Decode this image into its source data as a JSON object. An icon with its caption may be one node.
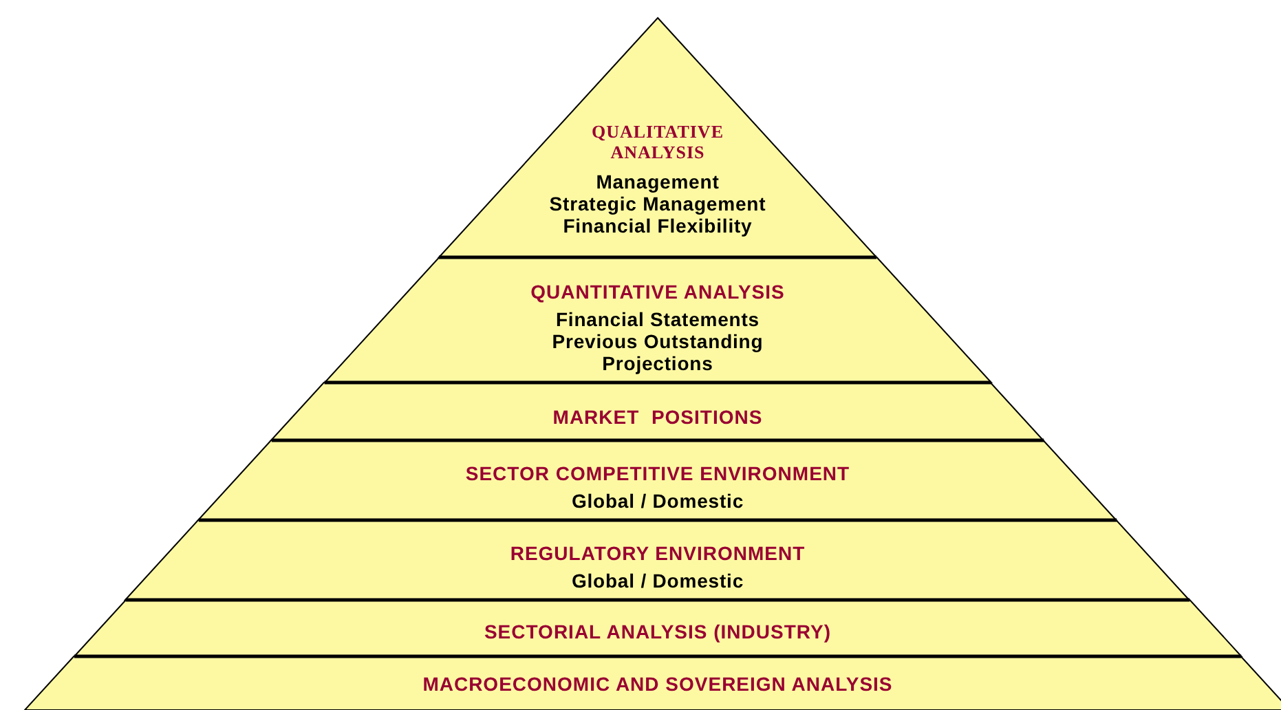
{
  "diagram": {
    "nodes": [
      {
        "text": [
          "QUALITATIVE ANALYSIS",
          "Management",
          "Strategic Management",
          "Financial Flexibility"
        ]
      },
      {
        "text": [
          "QUANTITATIVE ANALYSIS",
          "Financial Statements",
          "Previous Outstanding",
          "Projections"
        ]
      },
      {
        "text": [
          "MARKET  POSITIONS"
        ]
      },
      {
        "text": [
          "SECTOR COMPETITIVE ENVIRONMENT",
          "Global / Domestic"
        ]
      },
      {
        "text": [
          "REGULATORY ENVIRONMENT",
          "Global / Domestic"
        ]
      },
      {
        "text": [
          "SECTORIAL ANALYSIS (INDUSTRY)"
        ]
      },
      {
        "text": [
          "MACROECONOMIC AND SOVEREIGN ANALYSIS"
        ]
      }
    ]
  }
}
